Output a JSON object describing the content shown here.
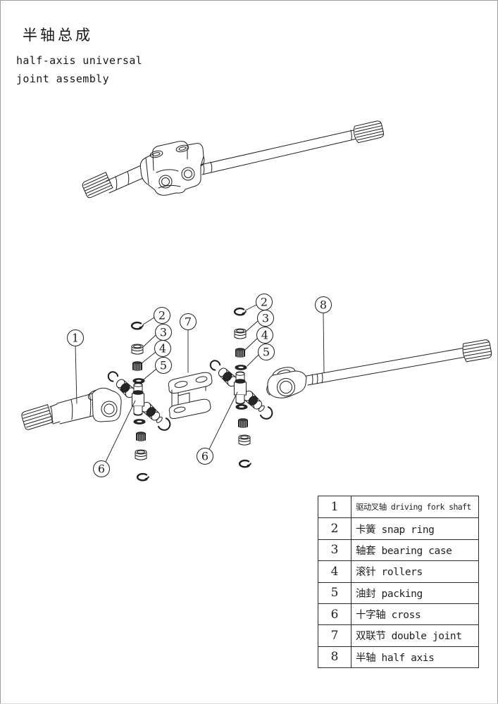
{
  "title": {
    "chinese": "半轴总成",
    "english_line1": "half-axis universal",
    "english_line2": "joint assembly"
  },
  "callouts": [
    {
      "number": "1"
    },
    {
      "number": "2"
    },
    {
      "number": "3"
    },
    {
      "number": "4"
    },
    {
      "number": "5"
    },
    {
      "number": "6"
    },
    {
      "number": "7"
    },
    {
      "number": "2"
    },
    {
      "number": "3"
    },
    {
      "number": "4"
    },
    {
      "number": "5"
    },
    {
      "number": "6"
    },
    {
      "number": "8"
    }
  ],
  "parts_table": {
    "rows": [
      {
        "no": "1",
        "label": "驱动叉轴 driving fork shaft"
      },
      {
        "no": "2",
        "label": "卡簧 snap ring"
      },
      {
        "no": "3",
        "label": "轴套 bearing case"
      },
      {
        "no": "4",
        "label": "滚针 rollers"
      },
      {
        "no": "5",
        "label": "油封 packing"
      },
      {
        "no": "6",
        "label": "十字轴 cross"
      },
      {
        "no": "7",
        "label": "双联节 double joint"
      },
      {
        "no": "8",
        "label": "半轴 half axis"
      }
    ]
  },
  "colors": {
    "line": "#1f1f1f",
    "background": "#ffffff",
    "page_border": "#9c9c9c"
  }
}
